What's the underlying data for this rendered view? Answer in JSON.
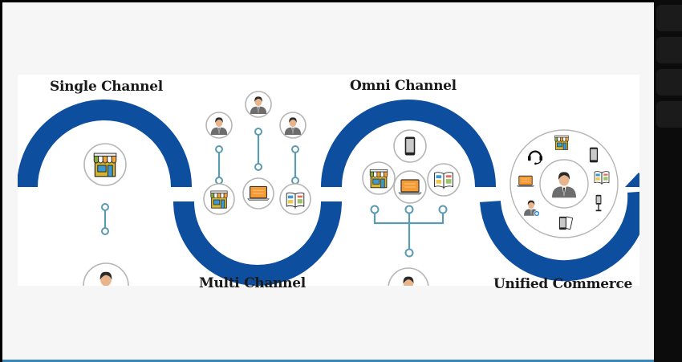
{
  "diagram": {
    "title": "Retail channel evolution",
    "stages": [
      {
        "id": "single",
        "label": "Single Channel",
        "channels": [
          "store"
        ],
        "customers": 1
      },
      {
        "id": "multi",
        "label": "Multi Channel",
        "channels": [
          "store",
          "laptop",
          "catalog"
        ],
        "customers": 3
      },
      {
        "id": "omni",
        "label": "Omni Channel",
        "channels": [
          "mobile",
          "store",
          "laptop",
          "catalog"
        ],
        "customers": 1
      },
      {
        "id": "unified",
        "label": "Unified Commerce",
        "channels": [
          "store",
          "mobile",
          "catalog",
          "kiosk",
          "mobile-coupon",
          "customer-add",
          "laptop",
          "headset"
        ],
        "customers": 1
      }
    ],
    "colors": {
      "wave": "#0d4e9e",
      "connector": "#5b9bb0",
      "circle_border": "#b5b5b5",
      "awning": [
        "#8aa83b",
        "#ffffff",
        "#f2a33a",
        "#ffffff",
        "#f2a33a"
      ],
      "store_body": "#d7b52c",
      "store_window": "#3a9ad0",
      "laptop_screen": "#f49b33",
      "person_suit": "#6d6d6d",
      "person_skin": "#e7b48c",
      "person_hair": "#2b2b2b"
    }
  }
}
